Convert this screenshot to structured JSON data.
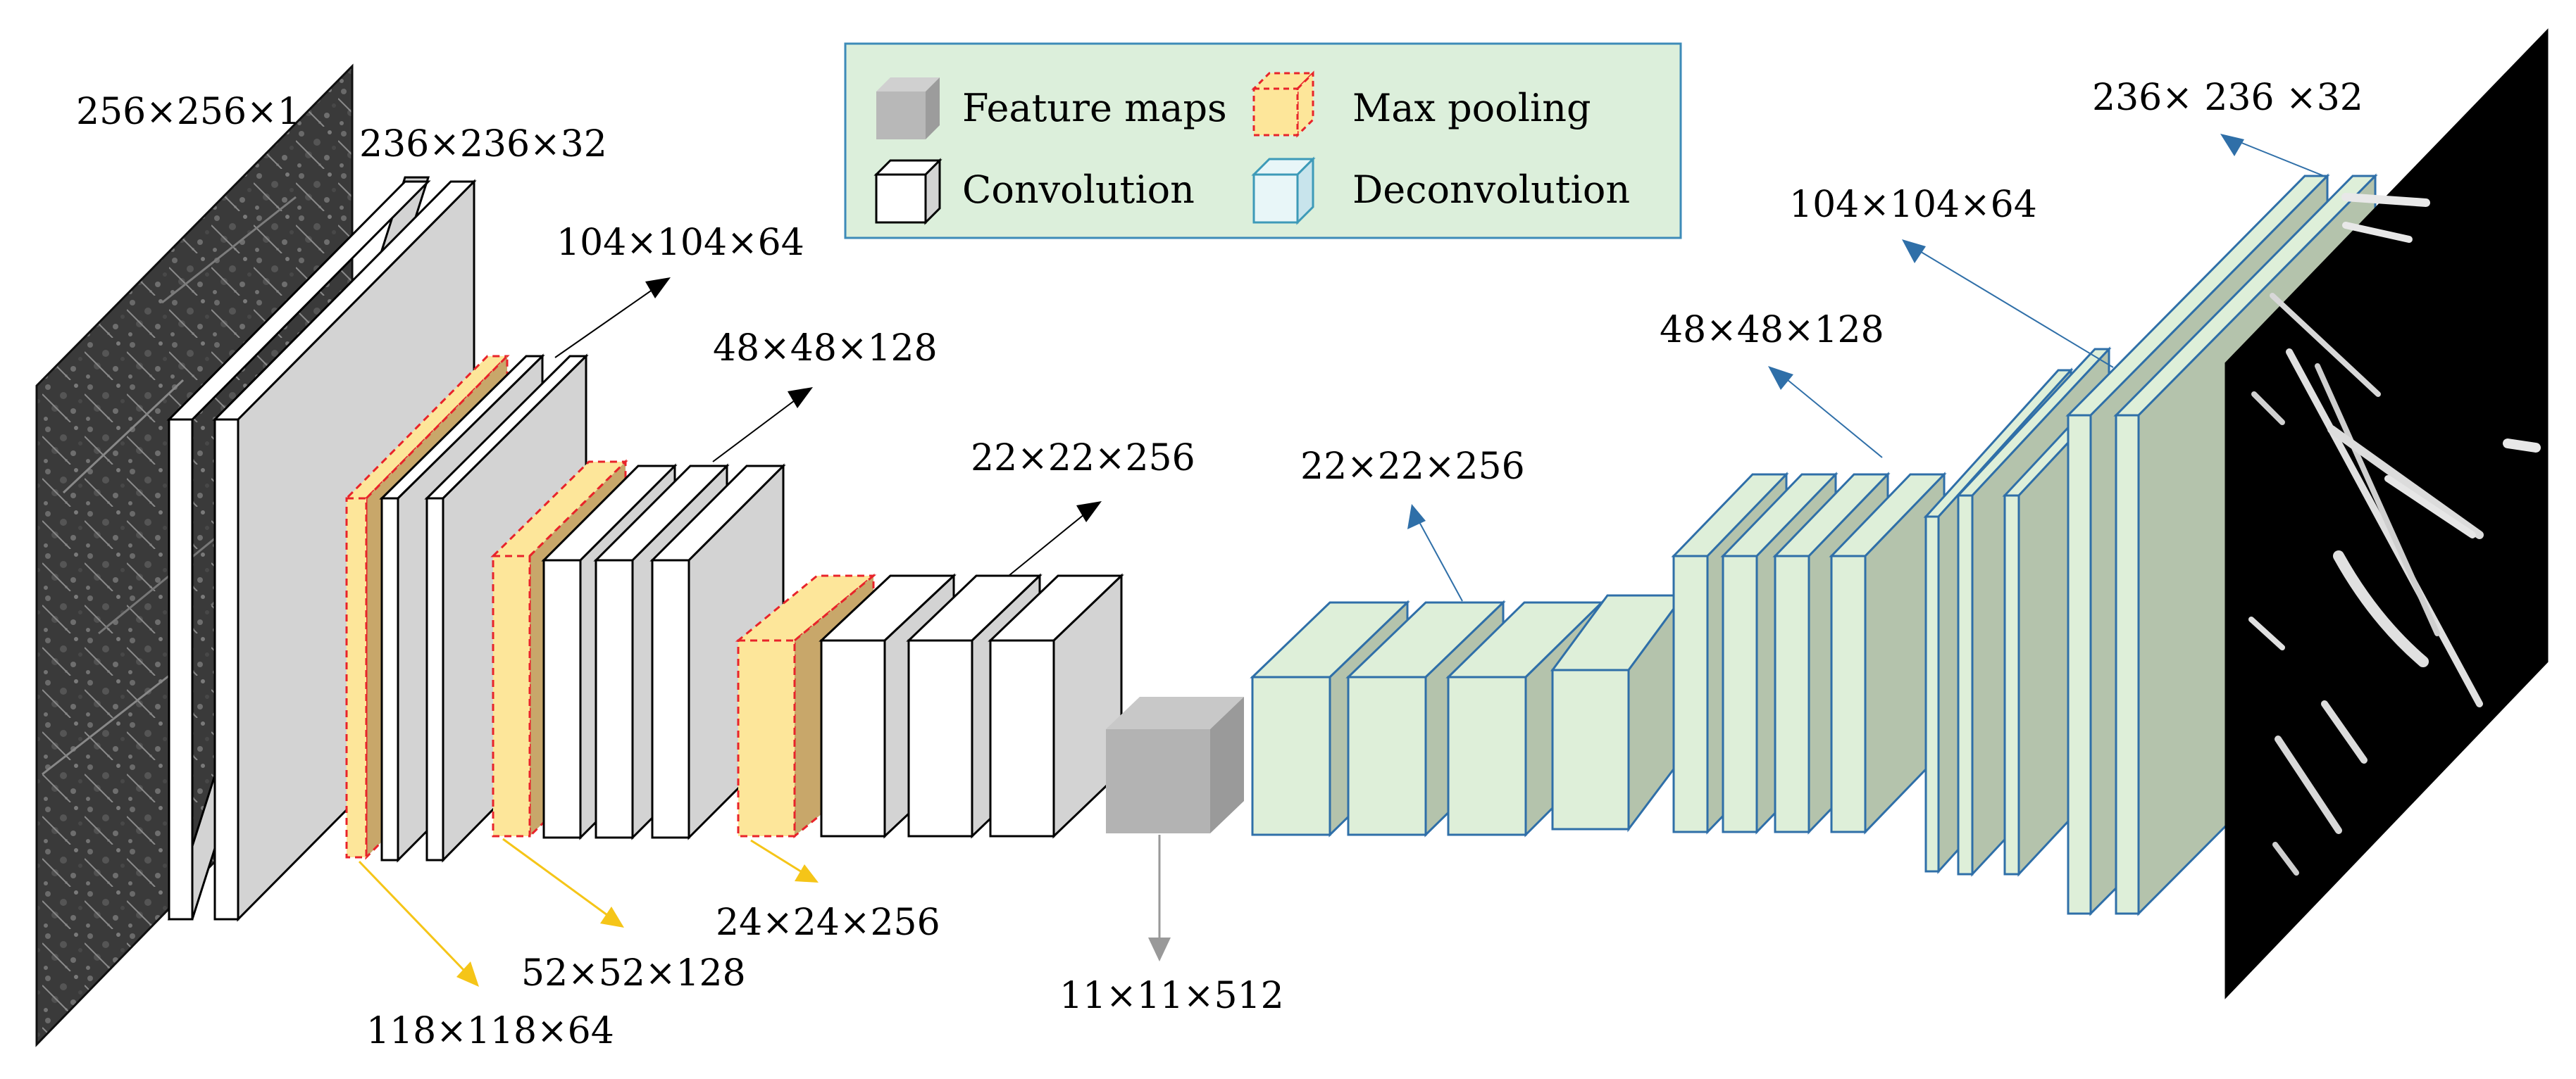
{
  "legend": {
    "feature_maps": "Feature maps",
    "max_pooling": "Max pooling",
    "convolution": "Convolution",
    "deconvolution": "Deconvolution"
  },
  "labels": {
    "input": "256×256×1",
    "enc_conv1": "236×236×32",
    "enc_conv2": "104×104×64",
    "enc_conv3": "48×48×128",
    "enc_conv4": "22×22×256",
    "pool1": "118×118×64",
    "pool2": "52×52×128",
    "pool3": "24×24×256",
    "bottleneck": "11×11×512",
    "dec1": "22×22×256",
    "dec2": "48×48×128",
    "dec3": "104×104×64",
    "dec4": "236× 236 ×32"
  },
  "colors": {
    "conv_face": "#ffffff",
    "conv_side": "#d3d3d3",
    "pool_fill": "#fde69a",
    "pool_dark": "#c8a76a",
    "pool_border": "#e8232a",
    "deconv_face": "#deefd9",
    "deconv_side": "#b4c3ac",
    "deconv_border": "#2f6fa8",
    "feature_gray": "#b8b8b8",
    "legend_bg": "#dcefdb",
    "legend_border": "#3d8bb8",
    "arrow_black": "#000000",
    "arrow_yellow": "#f5c518",
    "arrow_gray": "#999999",
    "arrow_blue": "#2f6fa8"
  }
}
